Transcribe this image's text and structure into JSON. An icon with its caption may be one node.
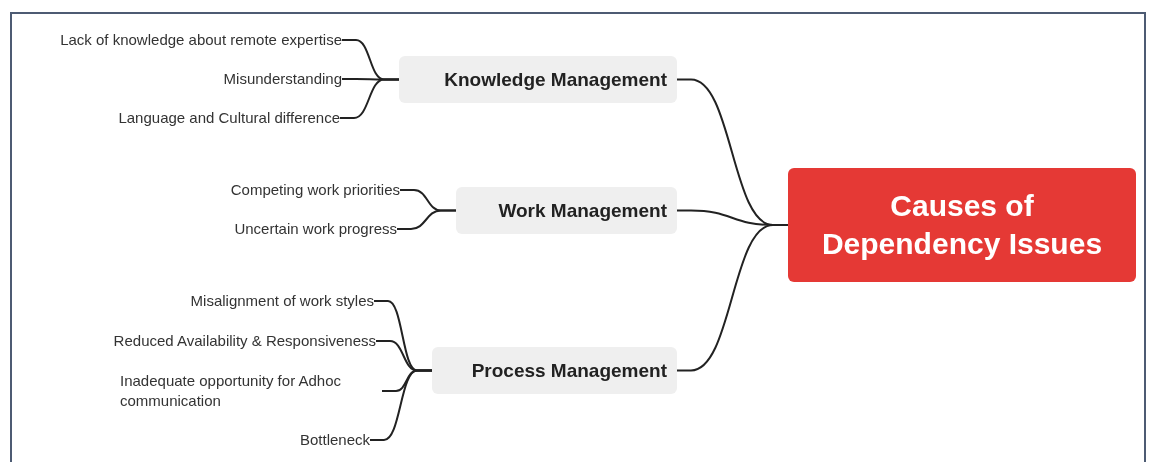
{
  "diagram": {
    "nodes": [
      {
        "text": [
          "Causes of Dependency Issues"
        ]
      },
      {
        "text": [
          "Knowledge Management"
        ]
      },
      {
        "text": [
          "Lack of knowledge about remote expertise"
        ]
      },
      {
        "text": [
          "Misunderstanding"
        ]
      },
      {
        "text": [
          "Language and Cultural difference"
        ]
      },
      {
        "text": [
          "Work Management"
        ]
      },
      {
        "text": [
          "Competing work priorities"
        ]
      },
      {
        "text": [
          "Uncertain work progress"
        ]
      },
      {
        "text": [
          "Process Management"
        ]
      },
      {
        "text": [
          "Misalignment of work styles"
        ]
      },
      {
        "text": [
          "Reduced Availability & Responsiveness"
        ]
      },
      {
        "text": [
          "Inadequate opportunity for Adhoc communication"
        ]
      },
      {
        "text": [
          "Bottleneck"
        ]
      }
    ],
    "edges": [
      {
        "from": 0,
        "to": 1,
        "arrow": "none"
      },
      {
        "from": 0,
        "to": 5,
        "arrow": "none"
      },
      {
        "from": 0,
        "to": 8,
        "arrow": "none"
      },
      {
        "from": 1,
        "to": 2,
        "arrow": "none"
      },
      {
        "from": 1,
        "to": 3,
        "arrow": "none"
      },
      {
        "from": 1,
        "to": 4,
        "arrow": "none"
      },
      {
        "from": 5,
        "to": 6,
        "arrow": "none"
      },
      {
        "from": 5,
        "to": 7,
        "arrow": "none"
      },
      {
        "from": 8,
        "to": 9,
        "arrow": "none"
      },
      {
        "from": 8,
        "to": 10,
        "arrow": "none"
      },
      {
        "from": 8,
        "to": 11,
        "arrow": "none"
      },
      {
        "from": 8,
        "to": 12,
        "arrow": "none"
      }
    ]
  }
}
